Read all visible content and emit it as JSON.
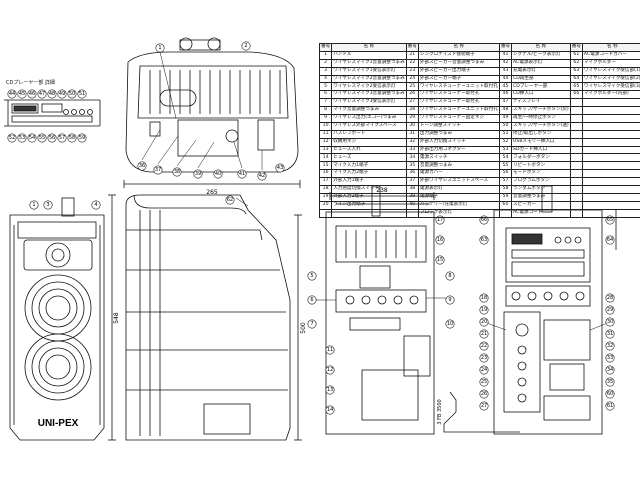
{
  "cd_label": "CDプレーヤー部 詳細",
  "brand": "UNI-PEX",
  "dimensions": {
    "top_width": "265",
    "front_width": "238",
    "height_main": "548",
    "height_alt": "500",
    "cable_length": "3 FB 3500"
  },
  "table": {
    "header": [
      "番号",
      "名 称",
      "番号",
      "名 称",
      "番号",
      "名 称",
      "番号",
      "名 称"
    ],
    "rows": [
      [
        "1",
        "ハンドル",
        "21",
        "シンクロナイズド接続端子",
        "41",
        "シグナル/ピーク表示灯",
        "61",
        "AC電源コードカバー"
      ],
      [
        "2",
        "ワイヤレスマイク1音量調整つまみ",
        "22",
        "外部スピーカー音量調整つまみ",
        "42",
        "AC電源表示灯",
        "62",
        "マイクホルダー"
      ],
      [
        "3",
        "ワイヤレスマイク1受信表示灯",
        "23",
        "外部スピーカー出力端子",
        "43",
        "充電表示灯",
        "63",
        "ワイヤレスマイク受信部(1)"
      ],
      [
        "4",
        "ワイヤレスマイク2音量調整つまみ",
        "24",
        "外部スピーカー端子",
        "44",
        "CD再生部",
        "64",
        "ワイヤレスマイク受信部(2)"
      ],
      [
        "5",
        "ワイヤレスマイク2受信表示灯",
        "25",
        "ワイヤレスチューナーユニット取付孔",
        "45",
        "CDプレーヤー部",
        "65",
        "ワイヤレスマイク受信部(3)"
      ],
      [
        "6",
        "ワイヤレスマイク3音量調整つまみ",
        "26",
        "ワイヤレスチューナー取付孔",
        "46",
        "CD挿入口",
        "66",
        "マイクホルダー(内部)"
      ],
      [
        "7",
        "ワイヤレスマイク3受信表示灯",
        "27",
        "ワイヤレスチューナー取付孔",
        "47",
        "ディスプレイ",
        "",
        ""
      ],
      [
        "8",
        "マイク音量調整つまみ",
        "28",
        "ワイヤレスチューナーユニット取付孔",
        "48",
        "スキップ/サーチボタン(戻)",
        "",
        ""
      ],
      [
        "9",
        "ワイヤレス出力(エコー)つまみ",
        "29",
        "ワイヤレスチューナー固定ネジ",
        "49",
        "再生/一時停止ボタン",
        "",
        ""
      ],
      [
        "10",
        "ワイヤレス外部マイクスペース",
        "30",
        "トーン調整スイッチ",
        "50",
        "スキップ/サーチボタン(送)",
        "",
        ""
      ],
      [
        "11",
        "バスレフポート",
        "31",
        "出力調整つまみ",
        "51",
        "停止/取出しボタン",
        "",
        ""
      ],
      [
        "12",
        "収納用ネジ",
        "32",
        "外部入力切換スイッチ",
        "52",
        "USBメモリー挿入口",
        "",
        ""
      ],
      [
        "13",
        "ヒューズ入れ",
        "33",
        "外部出力用コネクター",
        "53",
        "SDカード挿入口",
        "",
        ""
      ],
      [
        "14",
        "ヒューズ",
        "34",
        "電源スイッチ",
        "54",
        "フォルダーボタン",
        "",
        ""
      ],
      [
        "15",
        "マイク入力1端子",
        "35",
        "音量調整つまみ",
        "55",
        "リピートボタン",
        "",
        ""
      ],
      [
        "16",
        "マイク入力2端子",
        "36",
        "電源カバー",
        "56",
        "モードボタン",
        "",
        ""
      ],
      [
        "17",
        "外部入力1端子",
        "37",
        "外部ワイヤレスユニットスペース",
        "57",
        "プログラムボタン",
        "",
        ""
      ],
      [
        "18",
        "入力感度切換スイッチ",
        "38",
        "電源表示灯",
        "58",
        "ランダムボタン",
        "",
        ""
      ],
      [
        "19",
        "外部入力2端子",
        "39",
        "電源端子",
        "59",
        "音量調整つまみ",
        "",
        ""
      ],
      [
        "20",
        "ライン出力端子",
        "40",
        "バッテリー/充電表示灯",
        "60",
        "スピーカー",
        "",
        ""
      ],
      [
        "",
        "",
        "",
        "ブロック表示灯",
        "",
        "AC電源コード",
        "",
        ""
      ]
    ]
  },
  "callouts": {
    "cd_panel": [
      "44",
      "45",
      "46",
      "47",
      "48",
      "49",
      "50",
      "51",
      "52",
      "53",
      "54",
      "55",
      "56",
      "57",
      "58",
      "59"
    ],
    "top_view": [
      "1",
      "2",
      "36",
      "37",
      "38",
      "39",
      "40",
      "41",
      "42",
      "43"
    ],
    "front": [
      "1",
      "3",
      "4"
    ],
    "side": [
      "62"
    ],
    "inner": [
      "5",
      "6",
      "7",
      "8",
      "9",
      "10",
      "11",
      "12",
      "13",
      "14",
      "15",
      "16",
      "17",
      "18",
      "19",
      "20",
      "21",
      "22",
      "23",
      "24",
      "25",
      "26",
      "27",
      "28",
      "29",
      "30",
      "31",
      "32",
      "33",
      "34",
      "35",
      "60",
      "61",
      "63",
      "64",
      "65",
      "66"
    ]
  }
}
